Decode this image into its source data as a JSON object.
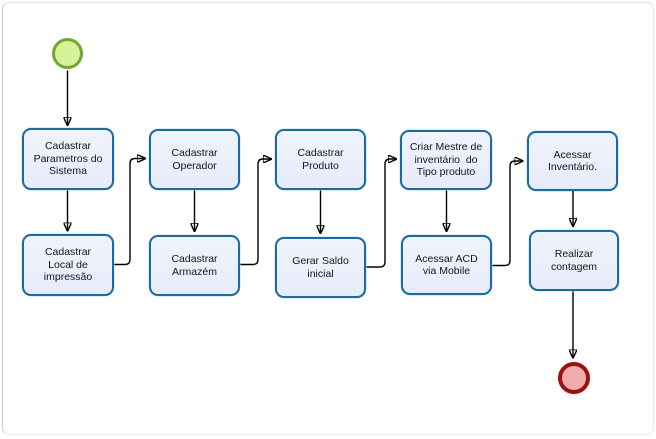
{
  "diagram": {
    "type": "bpmn-flowchart",
    "colors": {
      "task_border": "#1A6B9F",
      "task_fill": "#E9EDFA",
      "task_text": "#14141F",
      "start_event_fill": "#D8F29A",
      "start_event_border": "#72A733",
      "end_event_fill": "#F0ABAB",
      "end_event_border": "#9C1111",
      "connector": "#000000",
      "page_border": "#C9C9C9"
    },
    "tasks": [
      {
        "label": "Cadastrar\nParametros do\nSistema"
      },
      {
        "label": "Cadastrar\nLocal de\nimpressão"
      },
      {
        "label": "Cadastrar\nOperador"
      },
      {
        "label": "Cadastrar\nArmazém"
      },
      {
        "label": "Cadastrar\nProduto"
      },
      {
        "label": "Gerar Saldo\ninicial"
      },
      {
        "label": "Criar Mestre de\ninventário  do\nTipo produto"
      },
      {
        "label": "Acessar ACD\nvia Mobile"
      },
      {
        "label": "Acessar\nInventário."
      },
      {
        "label": "Realizar\ncontagem"
      }
    ]
  }
}
